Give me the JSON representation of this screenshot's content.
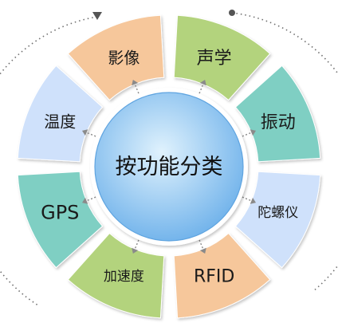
{
  "center": {
    "label": "按功能分类"
  },
  "segments": [
    {
      "label": "声学",
      "color": "#b3d37d",
      "text_color": "#1a1a1a",
      "font_size": 22
    },
    {
      "label": "振动",
      "color": "#7fcfc3",
      "text_color": "#1a1a1a",
      "font_size": 22
    },
    {
      "label": "陀螺仪",
      "color": "#cfe1fb",
      "text_color": "#1a1a1a",
      "font_size": 17
    },
    {
      "label": "RFID",
      "color": "#f6c79b",
      "text_color": "#1a1a1a",
      "font_size": 22
    },
    {
      "label": "加速度",
      "color": "#b3d37d",
      "text_color": "#1a1a1a",
      "font_size": 17
    },
    {
      "label": "GPS",
      "color": "#7fcfc3",
      "text_color": "#1a1a1a",
      "font_size": 24
    },
    {
      "label": "温度",
      "color": "#cfe1fb",
      "text_color": "#1a1a1a",
      "font_size": 20
    },
    {
      "label": "影像",
      "color": "#f6c79b",
      "text_color": "#1a1a1a",
      "font_size": 20
    }
  ],
  "colors": {
    "center_fill_inner": "#d6edfc",
    "center_fill_outer": "#78b8ec",
    "center_ring": "#ffffff",
    "connector": "#8a8a8a",
    "outer_dots": "#6f6f6f"
  }
}
